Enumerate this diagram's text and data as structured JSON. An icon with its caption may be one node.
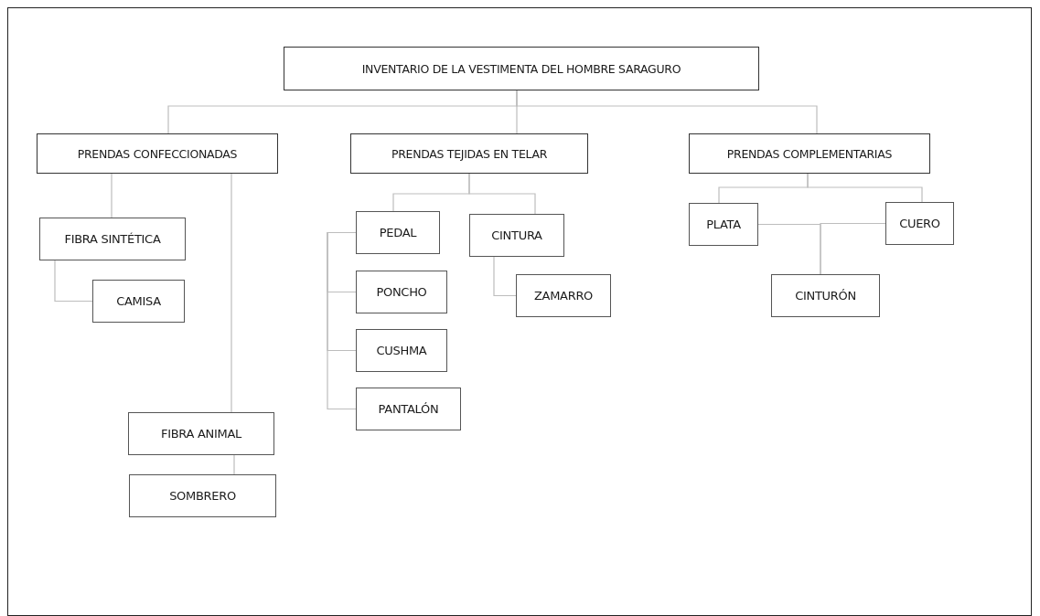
{
  "diagram": {
    "nodes": [
      {
        "text": [
          "INVENTARIO DE LA VESTIMENTA DEL HOMBRE SARAGURO"
        ]
      },
      {
        "text": [
          "PRENDAS CONFECCIONADAS"
        ]
      },
      {
        "text": [
          "PRENDAS TEJIDAS EN TELAR"
        ]
      },
      {
        "text": [
          "PRENDAS COMPLEMENTARIAS"
        ]
      },
      {
        "text": [
          "FIBRA SINTÉTICA"
        ]
      },
      {
        "text": [
          "CAMISA"
        ]
      },
      {
        "text": [
          "FIBRA ANIMAL"
        ]
      },
      {
        "text": [
          "SOMBRERO"
        ]
      },
      {
        "text": [
          "PEDAL"
        ]
      },
      {
        "text": [
          "PONCHO"
        ]
      },
      {
        "text": [
          "CUSHMA"
        ]
      },
      {
        "text": [
          "PANTALÓN"
        ]
      },
      {
        "text": [
          "CINTURA"
        ]
      },
      {
        "text": [
          "ZAMARRO"
        ]
      },
      {
        "text": [
          "PLATA"
        ]
      },
      {
        "text": [
          "CUERO"
        ]
      },
      {
        "text": [
          "CINTURÓN"
        ]
      }
    ],
    "edges": [
      {
        "from": 0,
        "to": 1,
        "arrow": "none"
      },
      {
        "from": 0,
        "to": 2,
        "arrow": "none"
      },
      {
        "from": 0,
        "to": 3,
        "arrow": "none"
      },
      {
        "from": 1,
        "to": 4,
        "arrow": "none"
      },
      {
        "from": 1,
        "to": 6,
        "arrow": "none"
      },
      {
        "from": 4,
        "to": 5,
        "arrow": "none"
      },
      {
        "from": 6,
        "to": 7,
        "arrow": "none"
      },
      {
        "from": 2,
        "to": 8,
        "arrow": "none"
      },
      {
        "from": 2,
        "to": 12,
        "arrow": "none"
      },
      {
        "from": 8,
        "to": 9,
        "arrow": "none"
      },
      {
        "from": 8,
        "to": 10,
        "arrow": "none"
      },
      {
        "from": 8,
        "to": 11,
        "arrow": "none"
      },
      {
        "from": 12,
        "to": 13,
        "arrow": "none"
      },
      {
        "from": 3,
        "to": 14,
        "arrow": "none"
      },
      {
        "from": 3,
        "to": 15,
        "arrow": "none"
      },
      {
        "from": 14,
        "to": 16,
        "arrow": "none"
      },
      {
        "from": 15,
        "to": 16,
        "arrow": "none"
      }
    ]
  }
}
